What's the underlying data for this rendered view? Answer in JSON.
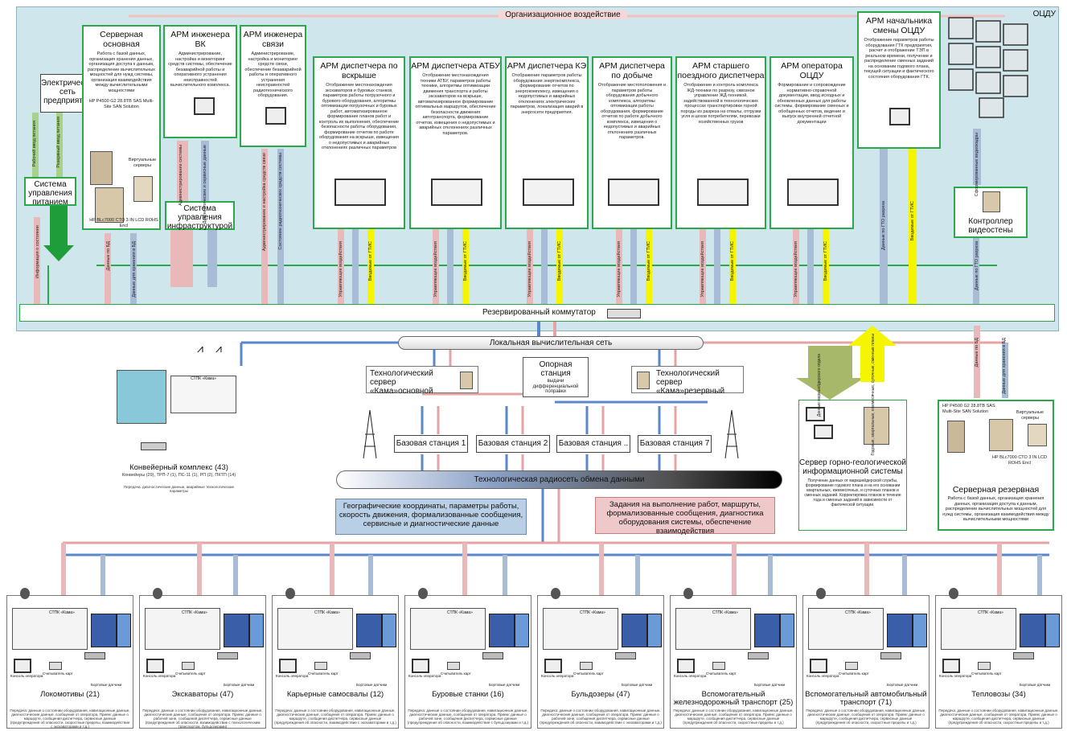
{
  "ocdu_label": "ОЦДУ",
  "org_influence": "Организационное воздействие",
  "electric": "Электрическая сеть предприятия",
  "power_system": "Система управления питанием",
  "infra_system": "Система управления инфраструктурой",
  "video_controller": "Контроллер видеостены",
  "server_main": {
    "title": "Серверная основная",
    "desc": "Работа с базой данных, организация хранения данных, организация доступа к данным, распределение вычислительных мощностей для нужд системы, организация взаимодействия между вычислительными мощностями",
    "hp": "HP P4500 G2 28.8TB SAS Multi-Site SAN Solution",
    "virt": "Виртуальные серверы",
    "blc": "HP BLc7000 CTO 3 IN LCD ROHS Encl"
  },
  "arm_vk": {
    "title": "АРМ инженера ВК",
    "desc": "Администрирование, настройка и мониторинг средств системы, обеспечение безаварийной работы и оперативного устранения неисправностей вычислительного комплекса."
  },
  "arm_svyaz": {
    "title": "АРМ инженера связи",
    "desc": "Администрирование, настройка и мониторинг средств связи, обеспечение безаварийной работы и оперативного устранения неисправностей радиотехнического оборудования."
  },
  "arm_vskrysha": {
    "title": "АРМ диспетчера по вскрыше",
    "desc": "Отображение местонахождения экскаваторов и буровых станков, параметров работы погрузочного и бурового оборудования, алгоритмы оптимизации погрузочных и буровых работ, автоматизированное формирование планов работ и контроль их выполнения, обеспечение безопасности работы оборудования, формирование отчетов по работе оборудования на вскрыше, извещения о недопустимых и аварийных отклонениях различных параметров"
  },
  "arm_atbu": {
    "title": "АРМ диспетчера АТБУ",
    "desc": "Отображение местонахождения техники АТБУ, параметров работы техники, алгоритмы оптимизации движения транспорта и работы экскаваторов на вскрыше, автоматизированное формирование оптимальных маршрутов, обеспечение безопасности движения автотранспорта, формирование отчетов, извещения о недопустимых и аварийных отклонениях различных параметров."
  },
  "arm_ke": {
    "title": "АРМ диспетчера КЭ",
    "desc": "Отображение параметров работы оборудования энергокомплекса, формирование отчетов по энергокомплексу, извещения о недопустимых и аварийных отклонениях электрических параметров, локализация аварий в энергосети предприятия."
  },
  "arm_dobycha": {
    "title": "АРМ диспетчера по добыче",
    "desc": "Отображение местоположения и параметров работы оборудования добычного комплекса, алгоритмы оптимизации работы оборудования, формирование отчетов по работе добычного комплекса, извещения о недопустимых и аварийных отклонениях различных параметров."
  },
  "arm_poezd": {
    "title": "АРМ старшего поездного диспетчера",
    "desc": "Отображение и контроль комплекса ЖД-техники по разрезу, сквозное управление ЖД-техникой, задействованной в технологических процессах транспортировки горной породы из разреза на отвалы, отгрузки угля и цехов потребителям, перевозки хозяйственных грузов"
  },
  "arm_operator": {
    "title": "АРМ оператора ОЦДУ",
    "desc": "Формирование и сопровождение нормативно-справочной документации, ввод исходных и обновленных данных для работы системы, формирование сменных и обобщенных отчетов, ведение и выпуск внутренней отчетной документации"
  },
  "arm_chief": {
    "title": "АРМ начальника смены ОЦДУ",
    "desc": "Отображение параметров работы оборудования ГТК предприятия, расчет и отображение ТЭП в реальном времени, получение и распределение сменных заданий на основании годового плана, текущей ситуации и фактического состояния оборудования ГТК."
  },
  "switch": "Резервированный коммутатор",
  "lvs": "Локальная вычислительная сеть",
  "tech_main": "Технологический сервер «Кама»основной",
  "tech_reserve": "Технологический сервер «Кама»резервный",
  "ref_station": {
    "title": "Опорная станция",
    "sub": "выдачи дифференциальной поправки"
  },
  "base_stations": [
    "Базовая станция 1",
    "Базовая станция 2",
    "Базовая станция ..",
    "Базовая станция 7"
  ],
  "radio_net": "Технологическая радиосеть обмена данными",
  "geo_note": "Географические координаты, параметры работы, скорость движения, формализованные сообщения, сервисные и диагностические данные",
  "tasks_note": "Задания на выполнение работ, маршруты, формализованные сообщения, диагностика оборудования системы, обеспечение взаимодействия",
  "conveyor": {
    "title": "Конвейерный комплекс (43)",
    "sub": "Конвейеры (29), ТРП-7 (1), ПС-11 (1), РП (2), ПКТП (14)",
    "desc": "Передача: диагностические данные, аварийные технологические параметры"
  },
  "geo_server": {
    "title": "Сервер горно-геологической информационной системы",
    "desc": "Получение данных от маркшейдерской службы, формирование годового плана и на его основании квартальных, ежемесячных, и суточных планов и сменных заданий. Корректировка планов в течение года и сменных заданий в зависимости от фактической ситуации."
  },
  "server_reserve": {
    "title": "Серверная резервная",
    "desc": "Работа с базой данных, организация хранения данных, организация доступа к данным, распределение вычислительных мощностей для нужд системы, организация взаимодействия между вычислительными мощностями",
    "hp": "HP P4500 G2 28.8TB SAS Multi-Site SAN Solution",
    "virt": "Виртуальные серверы",
    "blc": "HP BLc7000 CTO 3 IN LCD ROHS Encl"
  },
  "arrows": {
    "input_vs": "Рабочий ввод питания",
    "reserve_vs": "Резервный ввод питания",
    "state_info": "Информация о состоянии",
    "db_data": "Данные по БД",
    "db_store": "Данные для хранения в БД",
    "admin": "Администрирование системы",
    "diag": "Диагностические и сервисные данные",
    "admin_svc": "Администрирование и настройка средств связи",
    "svc_state": "Состояние радиотехнических средств системы",
    "ctrl": "Управляющие воздействия",
    "gtis": "Вводимые от ГТИС",
    "gto_db": "Данные по ГТО разреза",
    "video": "Сформированные видеокадры",
    "mark": "Данные маркшейдерского отдела",
    "yearly": "Годовые, квартальные, ежемесячные, суточные, сменные планы"
  },
  "vehicles": [
    {
      "name": "Локомотивы (21)",
      "desc": "Передача: данные о состоянии оборудования, навигационные данные, диагностические данные, сообщения от оператора. Прием: данные о маршруте, сообщения диспетчера, сервисные данные (предупреждения об опасности, скоростные пределы, взаимодействие с экскаваторами и т.д.)"
    },
    {
      "name": "Экскаваторы (47)",
      "desc": "Передача: данные о состоянии оборудования, навигационные данные, диагностические данные, сообщения от оператора. Прием: данные о рабочей зоне, сообщения диспетчера, сервисные данные (предупреждения об опасности, взаимодействие с технологическим транспортом, бульдозерами)"
    },
    {
      "name": "Карьерные самосвалы (12)",
      "desc": "Передача: данные о состоянии оборудования, навигационные данные, диагностические данные, сообщения от оператора. Прием: данные о маршруте, сообщения диспетчера, сервисные данные (предупреждения об опасности, взаимодействие с экскаваторами и т.д.)"
    },
    {
      "name": "Буровые станки (16)",
      "desc": "Передача: данные о состоянии оборудования, навигационные данные, диагностические данные, сообщения от оператора. Прием: данные о рабочей зоне, сообщения диспетчера, сервисные данные (предупреждения об опасности, взаимодействие с бульдозерами и т.д.)"
    },
    {
      "name": "Бульдозеры (47)",
      "desc": "Передача: данные о состоянии оборудования, навигационные данные, диагностические данные, сообщения от оператора. Прием: данные о рабочей зоне, сообщения диспетчера, сервисные данные (предупреждения об опасности, взаимодействие с экскаваторами и т.д.)"
    },
    {
      "name": "Вспомогательный железнодорожный транспорт (25)",
      "desc": "Передача: данные о состоянии оборудования, навигационные данные, диагностические данные, сообщения от оператора. Прием: данные о маршруте, сообщения диспетчера, сервисные данные (предупреждения об опасности, скоростные пределы и т.д.)"
    },
    {
      "name": "Вспомогательный автомобильный транспорт (71)",
      "desc": "Передача: данные о состоянии оборудования, навигационные данные, диагностические данные, сообщения от оператора. Прием: данные о маршруте, сообщения диспетчера, сервисные данные (предупреждения об опасности, скоростные пределы и т.д.)"
    },
    {
      "name": "Тепловозы (34)",
      "desc": "Передача: данные о состоянии оборудования, навигационные данные, диагностические данные, сообщения от оператора. Прием: данные о маршруте, сообщения диспетчера, сервисные данные (предупреждения об опасности, скоростные пределы и т.д.)"
    }
  ],
  "vehicle_parts": {
    "stpk": "СТПК «Кама»",
    "console": "Консоль оператора",
    "reader": "Считыватель карт",
    "sensors": "Бортовые датчики"
  }
}
